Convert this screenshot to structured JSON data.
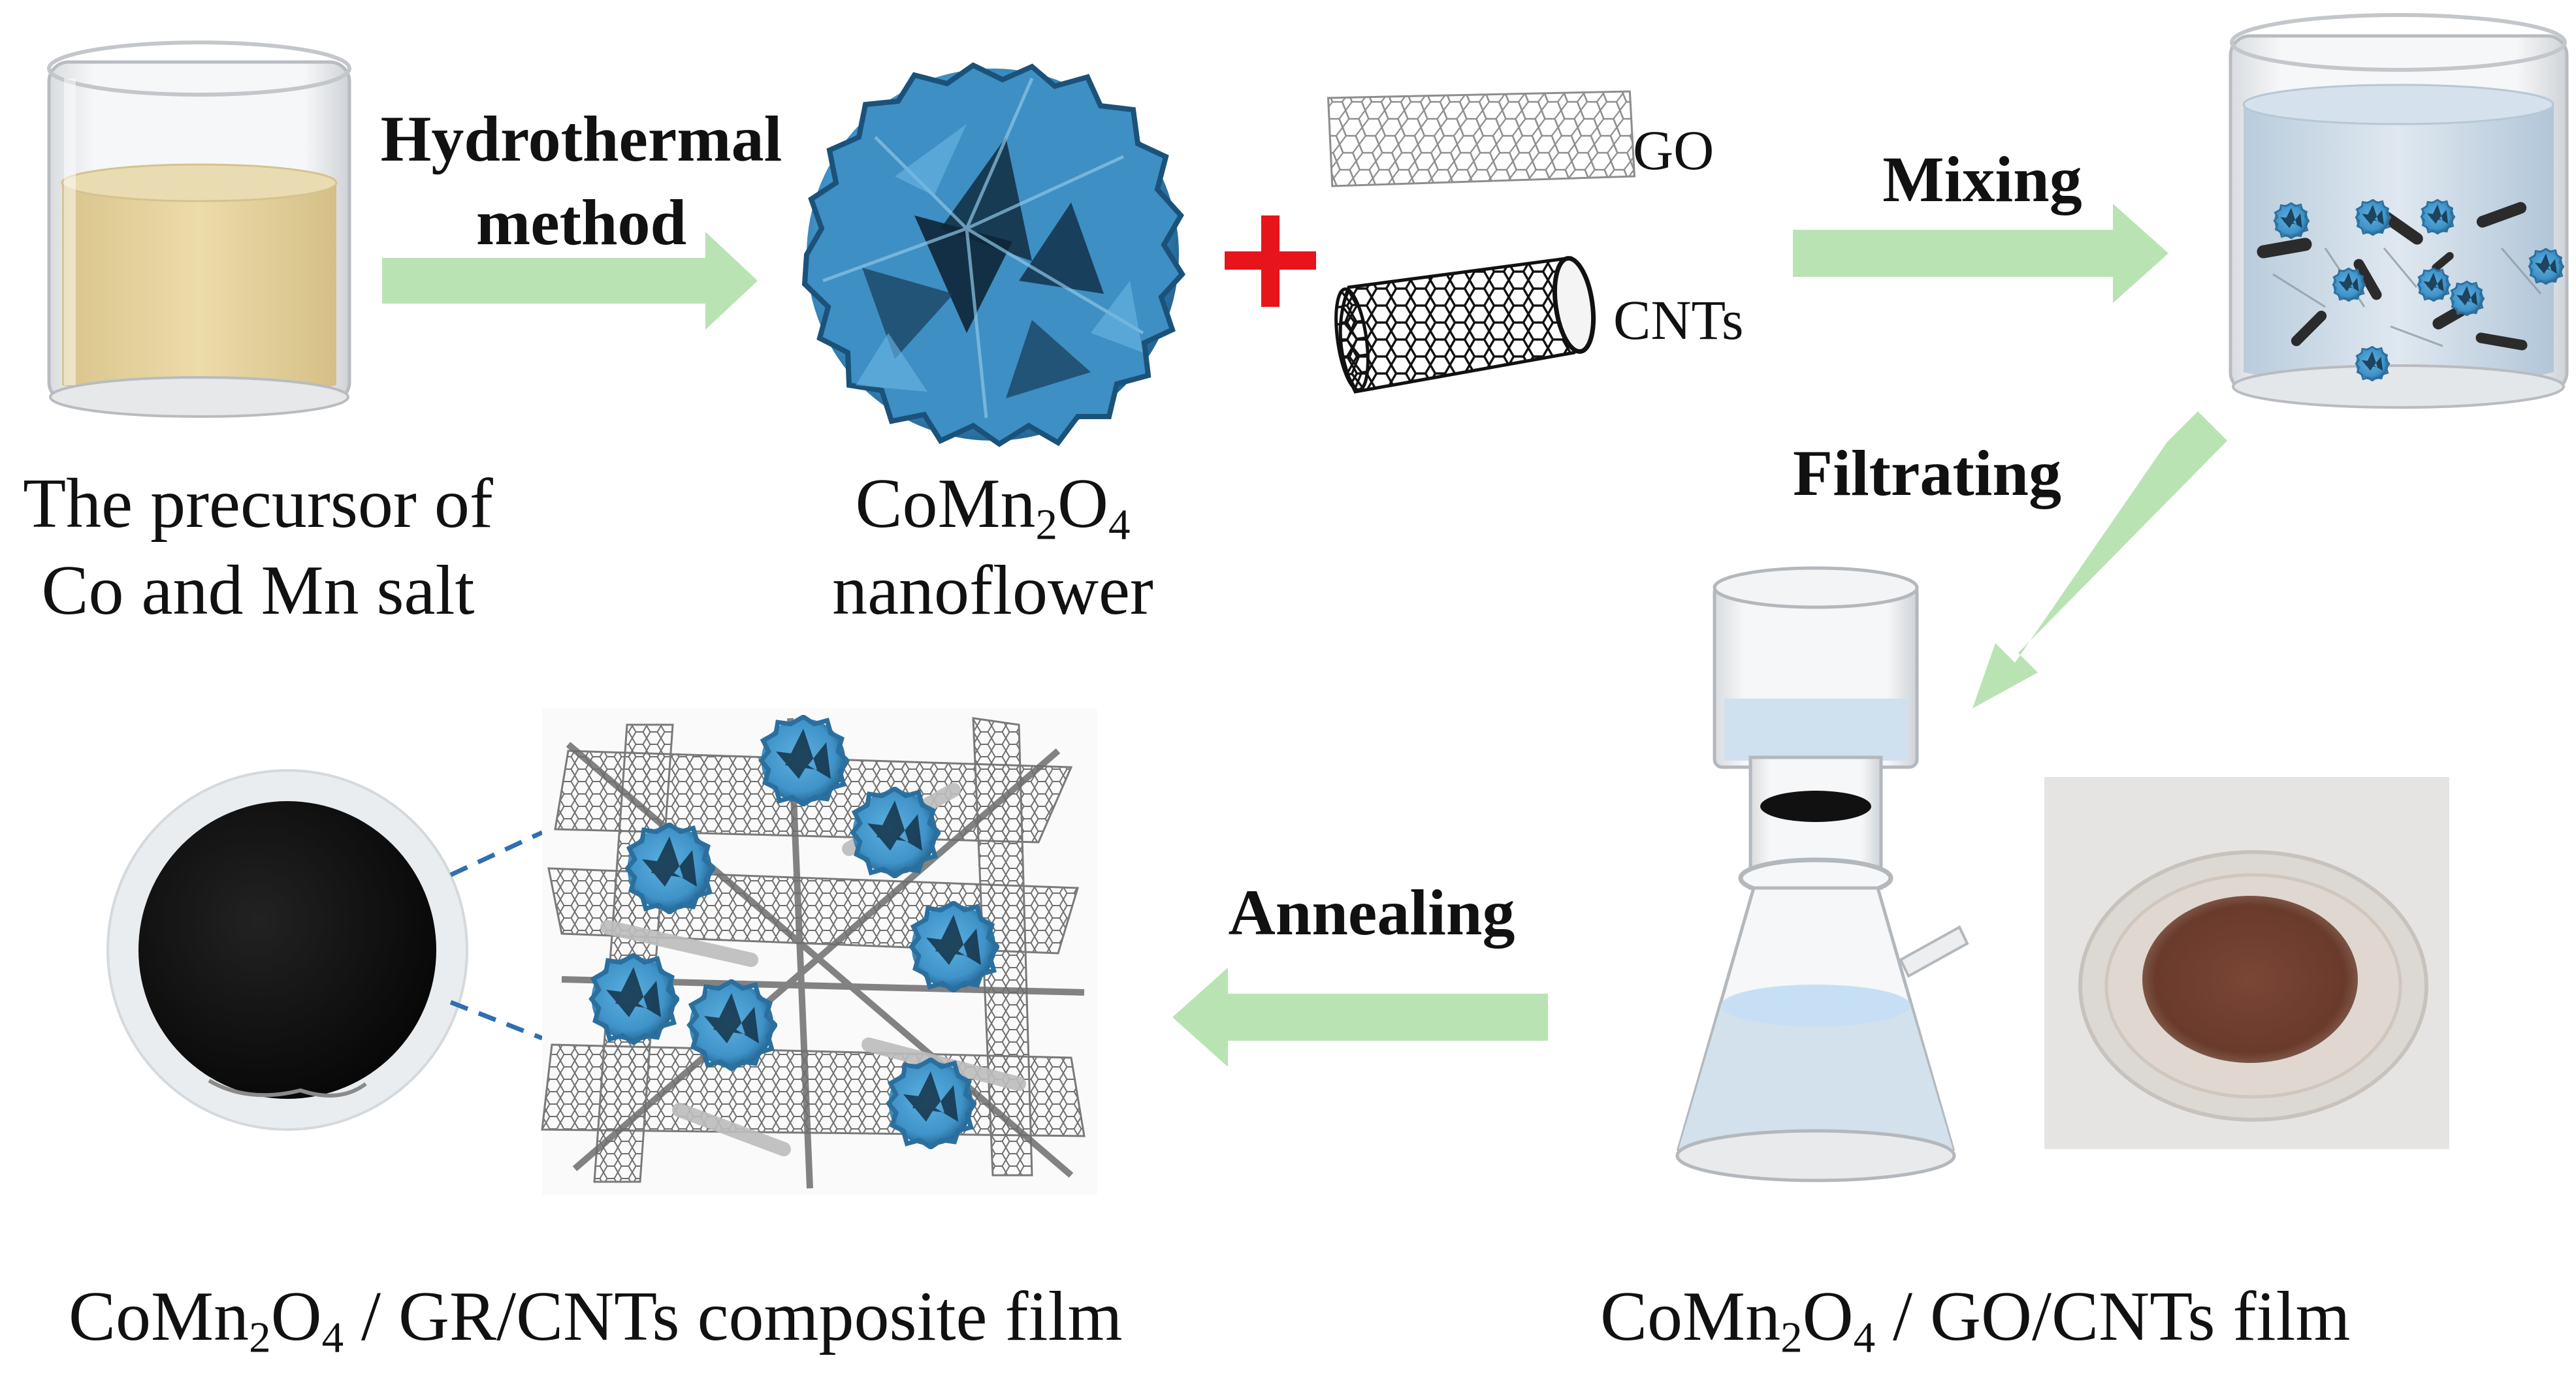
{
  "steps": {
    "hydrothermal_line1": "Hydrothermal",
    "hydrothermal_line2": "method",
    "mixing": "Mixing",
    "filtrating": "Filtrating",
    "annealing": "Annealing"
  },
  "materials": {
    "go": "GO",
    "cnts": "CNTs",
    "precursor_line1": "The precursor of",
    "precursor_line2": "Co and Mn salt",
    "nanoflower_formula": {
      "a": "CoMn",
      "b": "2",
      "c": "O",
      "d": "4"
    },
    "nanoflower_line2": "nanoflower",
    "composite_formula": {
      "a": "CoMn",
      "b": "2",
      "c": "O",
      "d": "4",
      "e": " / GR/CNTs composite film"
    },
    "film_formula": {
      "a": "CoMn",
      "b": "2",
      "c": "O",
      "d": "4",
      "e": " / GO/CNTs film"
    }
  },
  "colors": {
    "arrow": "#b9e3b3",
    "plus": "#e8141b",
    "flower": "#3f93c8",
    "flower_dark": "#1d5b87",
    "solution": "#e7d7a6",
    "film_black": "#111111",
    "film_brown": "#6e3f2e"
  }
}
